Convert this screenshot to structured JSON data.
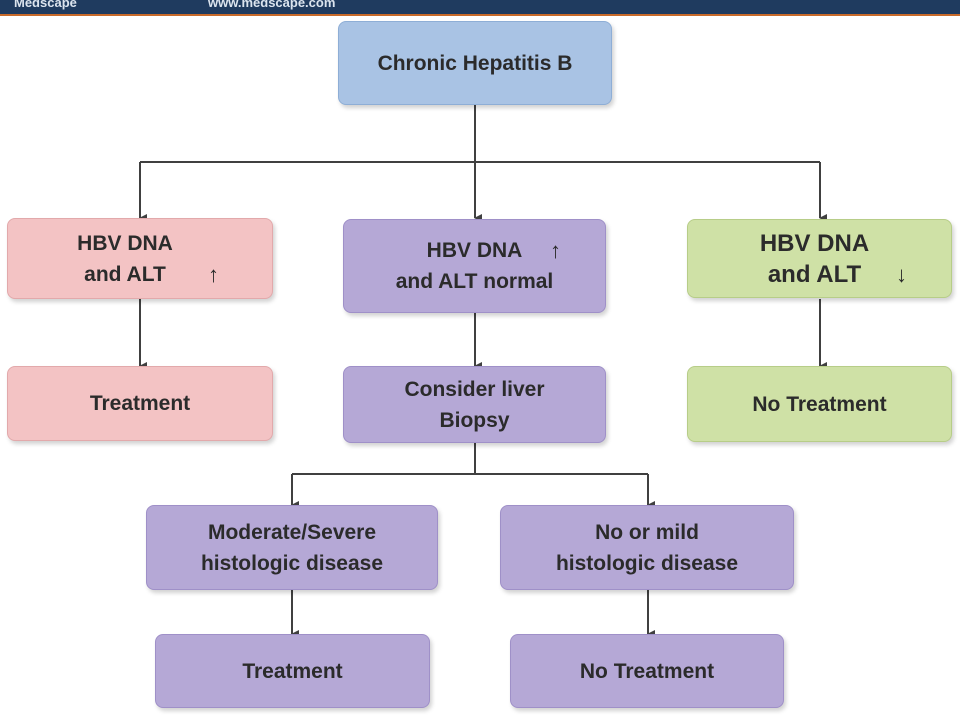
{
  "header": {
    "brand": "Medscape",
    "url": "www.medscape.com"
  },
  "nodes": {
    "root": {
      "label": "Chronic Hepatitis B"
    },
    "left_condition": {
      "label": "HBV DNA\nand ALT",
      "arrow": "↑"
    },
    "middle_condition": {
      "label": "HBV DNA\nand ALT normal",
      "arrow": "↑"
    },
    "right_condition": {
      "label": "HBV DNA\nand ALT",
      "arrow": "↓"
    },
    "left_outcome": {
      "label": "Treatment"
    },
    "middle_step": {
      "label": "Consider liver\nBiopsy"
    },
    "right_outcome": {
      "label": "No Treatment"
    },
    "severe": {
      "label": "Moderate/Severe\nhistologic disease"
    },
    "mild": {
      "label": "No or mild\nhistologic disease"
    },
    "severe_outcome": {
      "label": "Treatment"
    },
    "mild_outcome": {
      "label": "No Treatment"
    }
  },
  "colors": {
    "root": "#a9c3e4",
    "treat_branch": "#f3c3c4",
    "biopsy_branch": "#b5a8d6",
    "no_treat_branch": "#cfe1a6",
    "connector": "#404040"
  }
}
